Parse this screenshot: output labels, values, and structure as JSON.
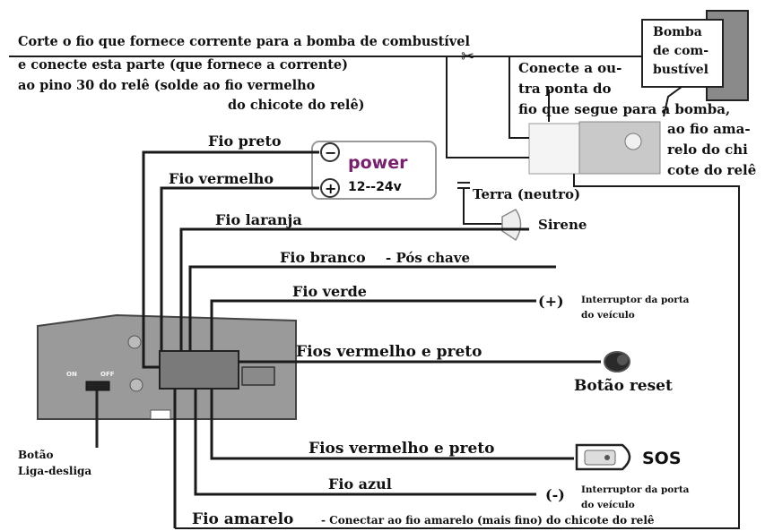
{
  "pump": {
    "box_line1": "Bomba",
    "box_line2": "de com-",
    "box_line3": "bustível"
  },
  "instructions": {
    "cut_line1": "Corte o fio que fornece corrente para a bomba de combustível",
    "cut_line2": "e conecte esta parte (que fornece a corrente)",
    "cut_line3": "ao pino 30 do relê (solde ao fio vermelho",
    "cut_line4": "do chicote do relê)",
    "connect_line1": "Conecte a ou-",
    "connect_line2": "tra ponta do",
    "connect_line3": "fio que segue para a bomba,",
    "connect_line4": "ao fio ama-",
    "connect_line5": "relo do chi",
    "connect_line6": "cote do relê"
  },
  "power": {
    "minus_symbol": "−",
    "plus_symbol": "+",
    "label": "power",
    "voltage": "12--24v"
  },
  "ground": {
    "label": "Terra (neutro)"
  },
  "siren": {
    "label": "Sirene"
  },
  "wires": {
    "black": "Fio preto",
    "red": "Fio vermelho",
    "orange": "Fio laranja",
    "white": "Fio branco",
    "white_note": "- Pós chave",
    "green": "Fio verde",
    "red_black_1": "Fios vermelho e preto",
    "red_black_2": "Fios vermelho e preto",
    "blue": "Fio azul",
    "yellow": "Fio amarelo",
    "yellow_note": "- Conectar ao fio amarelo (mais fino) do chicote do relê"
  },
  "door_switch_pos": {
    "symbol": "(+)",
    "line1": "Interruptor da porta",
    "line2": "do veículo"
  },
  "door_switch_neg": {
    "symbol": "(-)",
    "line1": "Interruptor da porta",
    "line2": "do veículo"
  },
  "reset": {
    "label": "Botão reset"
  },
  "sos": {
    "label": "SOS"
  },
  "device": {
    "switch_on": "ON",
    "switch_off": "OFF"
  },
  "power_switch": {
    "line1": "Botão",
    "line2": "Liga-desliga"
  },
  "colors": {
    "power_accent": "#7a1f6e",
    "wire": "#1a1a1a",
    "device_body": "#9a9a9a",
    "relay_body": "#c9c9c9"
  }
}
